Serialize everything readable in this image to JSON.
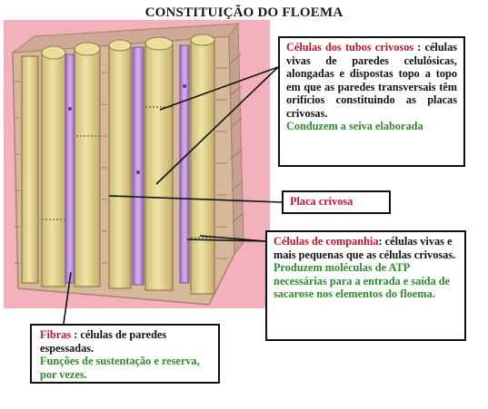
{
  "title": "CONSTITUIÇÃO DO FLOEMA",
  "colors": {
    "background_panel": "#f3b1bc",
    "cell_wall": "#c79f8d",
    "tube_fill": "#e0d28e",
    "fiber_purple": "#b98ad6",
    "label_red": "#c0142a",
    "label_green": "#2e8a2a"
  },
  "labels": {
    "tubos": {
      "title": "Células dos tubos crivosos",
      "title_suffix": " :",
      "description": "células vivas de paredes celulósicas, alongadas e dispostas topo a topo em que as paredes transversais têm orifícios constituindo as placas crivosas.",
      "function": "Conduzem a seiva elaborada"
    },
    "placa": {
      "title": "Placa crivosa"
    },
    "companhia": {
      "title": "Células de companhia",
      "description": ": células vivas e mais pequenas que as células crivosas.",
      "function": "Produzem moléculas de ATP necessárias para a entrada e saída de sacarose  nos elementos do floema."
    },
    "fibras": {
      "title": "Fibras",
      "description": " : células de paredes espessadas.",
      "function": "Funções de sustentação e reserva, por vezes."
    }
  }
}
